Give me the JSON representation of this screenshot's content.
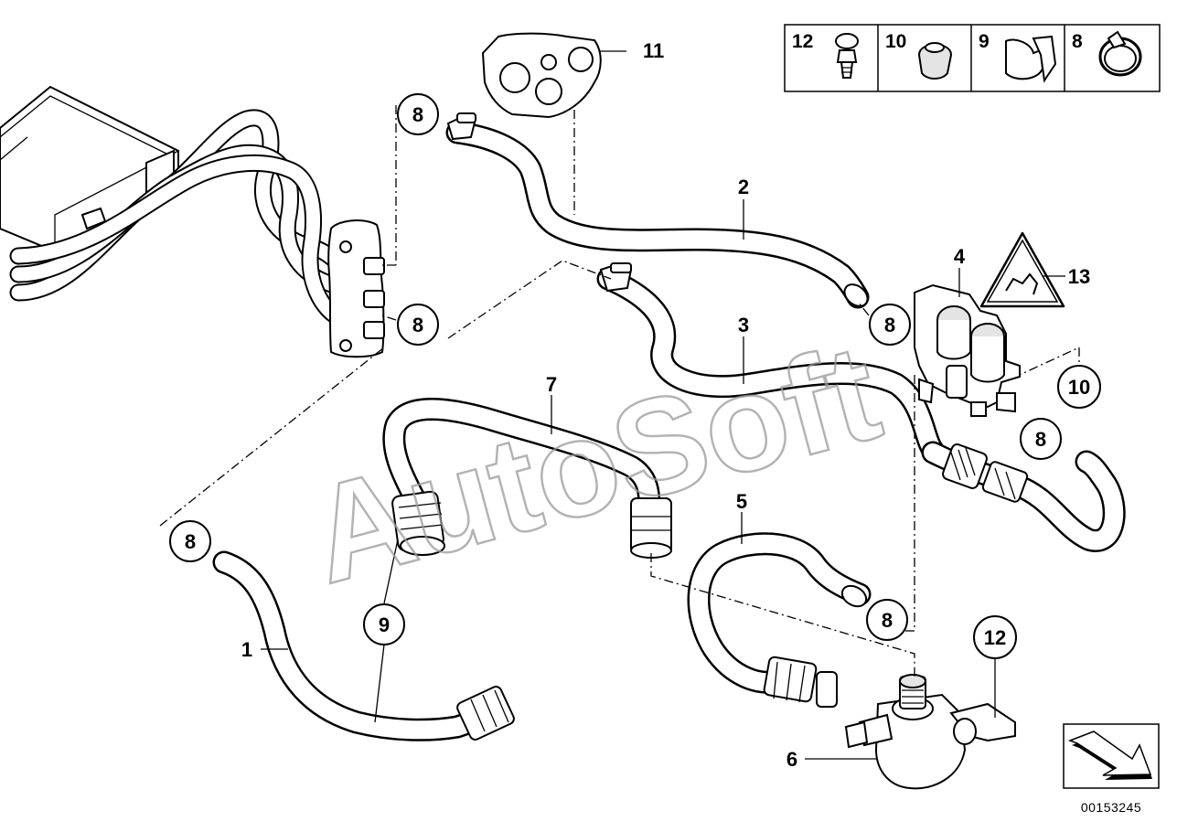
{
  "callouts": {
    "c1": "1",
    "c2": "2",
    "c3": "3",
    "c4": "4",
    "c5": "5",
    "c6": "6",
    "c7": "7",
    "c8a": "8",
    "c8b": "8",
    "c8c": "8",
    "c8d": "8",
    "c8e": "8",
    "c8f": "8",
    "c9": "9",
    "c10": "10",
    "c11": "11",
    "c12": "12",
    "c13": "13"
  },
  "legend": {
    "items": [
      "12",
      "10",
      "9",
      "8"
    ]
  },
  "watermark": "AutoSoft",
  "reference_number": "00153245"
}
